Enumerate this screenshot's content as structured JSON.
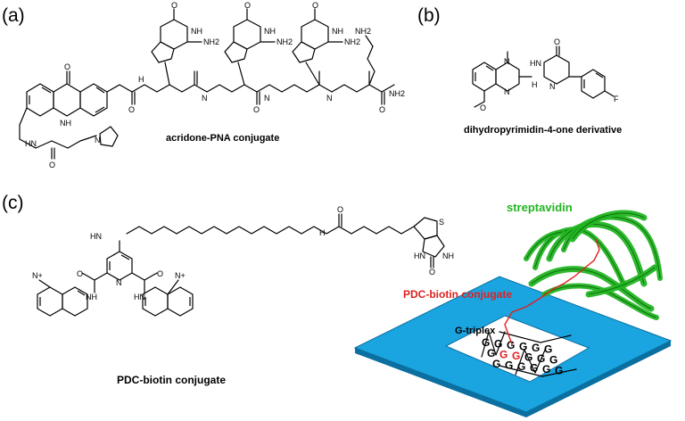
{
  "panels": {
    "a": {
      "label": "(a)",
      "caption": "acridone-PNA conjugate"
    },
    "b": {
      "label": "(b)",
      "caption": "dihydropyrimidin-4-one derivative"
    },
    "c": {
      "label": "(c)",
      "caption": "PDC-biotin conjugate"
    }
  },
  "model": {
    "protein_label": "streptavidin",
    "ligand_label": "PDC-biotin conjugate",
    "triplex_label": "G-triplex",
    "guanine_letter": "G",
    "colors": {
      "protein": "#22b522",
      "ligand": "#e02020",
      "frame": "#1aa4e0",
      "frame_dark": "#0b6fa0"
    }
  },
  "atoms": {
    "O": "O",
    "N": "N",
    "H": "H",
    "NH": "NH",
    "HN": "HN",
    "NH2": "NH2",
    "N+": "N+",
    "F": "F",
    "S": "S"
  }
}
